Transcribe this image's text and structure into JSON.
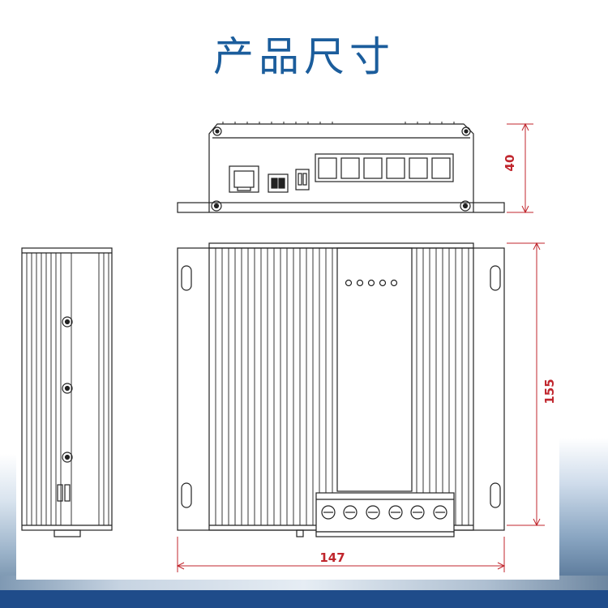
{
  "title": "产品尺寸",
  "dimensions": {
    "height": "40",
    "depth": "155",
    "width": "147"
  },
  "colors": {
    "title": "#1b5d9c",
    "dimension": "#c0262d",
    "line": "#222222",
    "bar": "#1f4c8a"
  }
}
